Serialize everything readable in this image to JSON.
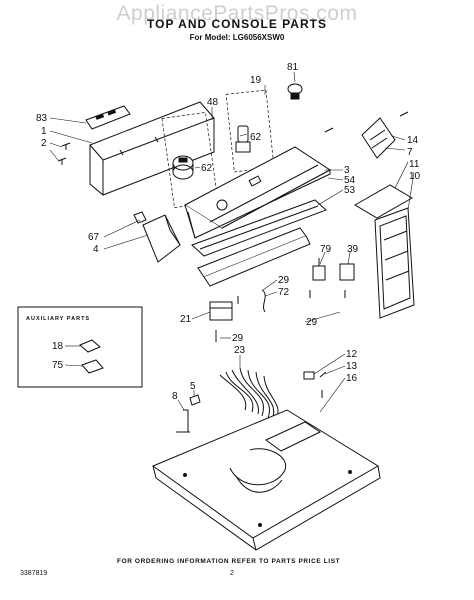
{
  "header": {
    "watermark": "AppliancePartsPros.com",
    "title": "TOP AND CONSOLE PARTS",
    "model_line": "For Model: LG6056XSW0"
  },
  "auxiliary": {
    "title": "AUXILIARY PARTS",
    "parts": [
      "18",
      "75"
    ]
  },
  "callouts": {
    "c81": "81",
    "c19": "19",
    "c48": "48",
    "c83": "83",
    "c1": "1",
    "c2": "2",
    "c62a": "62",
    "c62b": "62",
    "c14": "14",
    "c7": "7",
    "c3": "3",
    "c54": "54",
    "c53": "53",
    "c11": "11",
    "c10": "10",
    "c67": "67",
    "c4": "4",
    "c79": "79",
    "c39": "39",
    "c29a": "29",
    "c72": "72",
    "c21": "21",
    "c29b": "29",
    "c23": "23",
    "c29c": "29",
    "c18": "18",
    "c75": "75",
    "c12": "12",
    "c13": "13",
    "c16": "16",
    "c5": "5",
    "c8": "8"
  },
  "footer": {
    "note": "FOR ORDERING INFORMATION REFER TO PARTS PRICE LIST",
    "doc_number": "3387819",
    "page_number": "2"
  }
}
